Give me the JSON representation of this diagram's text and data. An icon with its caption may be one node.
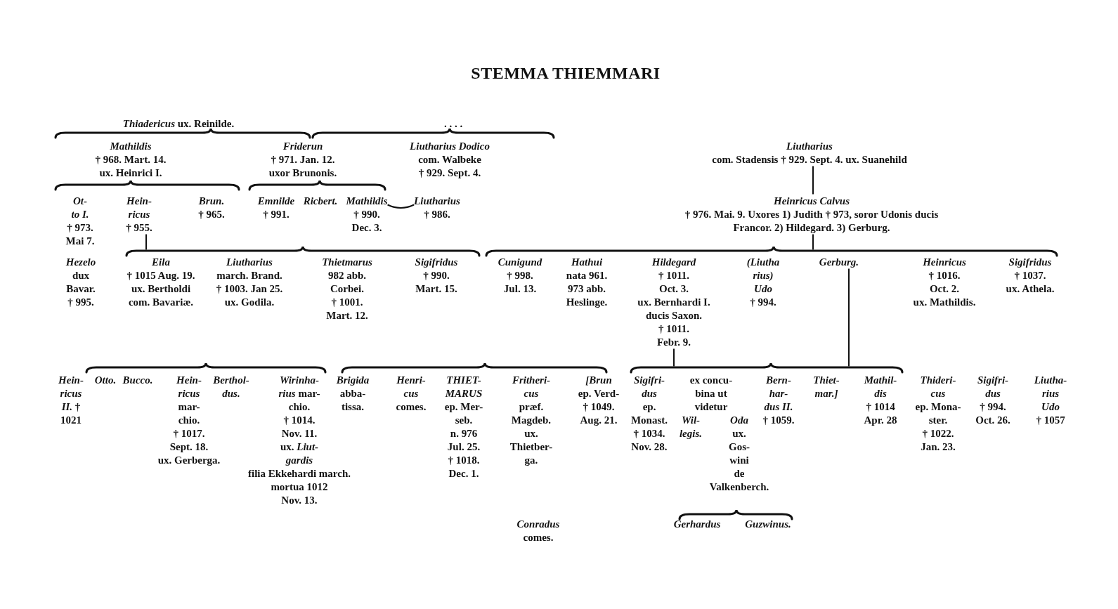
{
  "diagram": {
    "title": "STEMMA THIEMMARI",
    "nodes": [
      {
        "text": [
          "*Thiadericus* ux. Reinilde."
        ]
      },
      {
        "text": [],
        "shape": "brace"
      },
      {
        "text": [],
        "shape": "brace"
      },
      {
        "text": [
          "Mathildis",
          "† 968. Mart. 14. ux. Heinrici I."
        ]
      },
      {
        "text": [
          "Friderun",
          "† 971. Jan. 12. uxor Brunonis."
        ]
      },
      {
        "text": [
          "Liutharius Dodico",
          "com. Walbeke † 929. Sept. 4."
        ]
      },
      {
        "text": [
          "Liutharius",
          "com. Stadensis † 929. Sept. 4. ux. Suanehild"
        ]
      },
      {
        "text": [],
        "shape": "brace"
      },
      {
        "text": [],
        "shape": "brace"
      },
      {
        "text": [
          "Ot- to I.",
          "† 973. Mai 7."
        ]
      },
      {
        "text": [
          "Hein- ricus",
          "† 955."
        ]
      },
      {
        "text": [
          "Brun.",
          "† 965."
        ]
      },
      {
        "text": [
          "Emnilde",
          "† 991."
        ]
      },
      {
        "text": [
          "Ricbert."
        ]
      },
      {
        "text": [
          "Mathildis",
          "† 990. Dec. 3."
        ]
      },
      {
        "text": [
          "Liutharius",
          "† 986."
        ]
      },
      {
        "text": [
          "Heinricus Calvus",
          "† 976. Mai. 9. Uxores 1) Judith † 973, soror Udonis ducis Francor. 2) Hildegard. 3) Gerburg."
        ]
      },
      {
        "text": [],
        "shape": "brace"
      },
      {
        "text": [],
        "shape": "brace"
      },
      {
        "text": [
          "Hezelo",
          "dux Bavar. † 995."
        ]
      },
      {
        "text": [
          "Eila",
          "† 1015 Aug. 19. ux. Bertholdi com. Bavariæ."
        ]
      },
      {
        "text": [
          "Liutharius",
          "march. Brand. † 1003. Jan 25. ux. Godila."
        ]
      },
      {
        "text": [
          "Thietmarus",
          "982 abb. Corbei. † 1001. Mart. 12."
        ]
      },
      {
        "text": [
          "Sigifridus",
          "† 990. Mart. 15."
        ]
      },
      {
        "text": [
          "Cunigund",
          "† 998. Jul. 13."
        ]
      },
      {
        "text": [
          "Hathui",
          "nata 961. 973 abb. Heslinge."
        ]
      },
      {
        "text": [
          "Hildegard",
          "† 1011. Oct. 3. ux. Bernhardi I. ducis Saxon. † 1011. Febr. 9."
        ]
      },
      {
        "text": [
          "(Liutha rius) Udo",
          "† 994."
        ]
      },
      {
        "text": [
          "Gerburg."
        ]
      },
      {
        "text": [
          "Heinricus",
          "† 1016. Oct. 2. ux. Mathildis."
        ]
      },
      {
        "text": [
          "Sigifridus",
          "† 1037. ux. Athela."
        ]
      },
      {
        "text": [],
        "shape": "brace"
      },
      {
        "text": [],
        "shape": "brace"
      },
      {
        "text": [],
        "shape": "brace"
      },
      {
        "text": [
          "*Hein- ricus II.* † 1021"
        ]
      },
      {
        "text": [
          "Otto."
        ]
      },
      {
        "text": [
          "Bucco."
        ]
      },
      {
        "text": [
          "Hein- ricus",
          "mar- chio. † 1017. Sept. 18. ux. Gerberga."
        ]
      },
      {
        "text": [
          "Berthol- dus."
        ]
      },
      {
        "text": [
          "*Wirinha- rius* mar- chio. † 1014. Nov. 11. ux. *Liut- gardis* filia Ekkehardi march. mortua 1012 Nov. 13."
        ]
      },
      {
        "text": [
          "Brigida",
          "abba- tissa."
        ]
      },
      {
        "text": [
          "Henri- cus",
          "comes."
        ]
      },
      {
        "text": [
          "THIET- MARUS",
          "ep. Mer- seb. n. 976 Jul. 25. † 1018. Dec. 1."
        ]
      },
      {
        "text": [
          "Fritheri- cus",
          "præf. Magdeb. ux. Thietber- ga."
        ]
      },
      {
        "text": [
          "[Brun",
          "ep. Verd- † 1049. Aug. 21."
        ]
      },
      {
        "text": [
          "Sigifri- dus",
          "ep. Monast. † 1034. Nov. 28."
        ]
      },
      {
        "text": [
          "Wil- legis."
        ]
      },
      {
        "text": [
          "Oda",
          "ux. Gos- wini de Valkenberch."
        ]
      },
      {
        "text": [
          "Bern- har- dus II.",
          "† 1059."
        ]
      },
      {
        "text": [
          "Thiet- mar.]"
        ]
      },
      {
        "text": [
          "Mathil- dis",
          "† 1014 Apr. 28"
        ]
      },
      {
        "text": [
          "Thideri- cus",
          "ep. Mona- ster. † 1022. Jan. 23."
        ]
      },
      {
        "text": [
          "Sigifri- dus",
          "† 994. Oct. 26."
        ]
      },
      {
        "text": [
          "Liutha- rius Udo",
          "† 1057"
        ]
      },
      {
        "text": [],
        "shape": "brace"
      },
      {
        "text": [
          "Conradus",
          "comes."
        ]
      },
      {
        "text": [
          "Gerhardus"
        ]
      },
      {
        "text": [
          "Guzwinus."
        ]
      }
    ],
    "edges": [
      {
        "from": 6,
        "to": 16,
        "arrow": "none"
      },
      {
        "from": 16,
        "to": 18,
        "arrow": "none"
      },
      {
        "from": 10,
        "to": 17,
        "arrow": "none"
      },
      {
        "from": 14,
        "to": 15,
        "arrow": "none"
      },
      {
        "from": 26,
        "to": 33,
        "arrow": "none"
      },
      {
        "from": 28,
        "to": 33,
        "arrow": "none"
      }
    ],
    "labels": [
      ". . . .",
      "ex concu- bina ut videtur"
    ]
  }
}
